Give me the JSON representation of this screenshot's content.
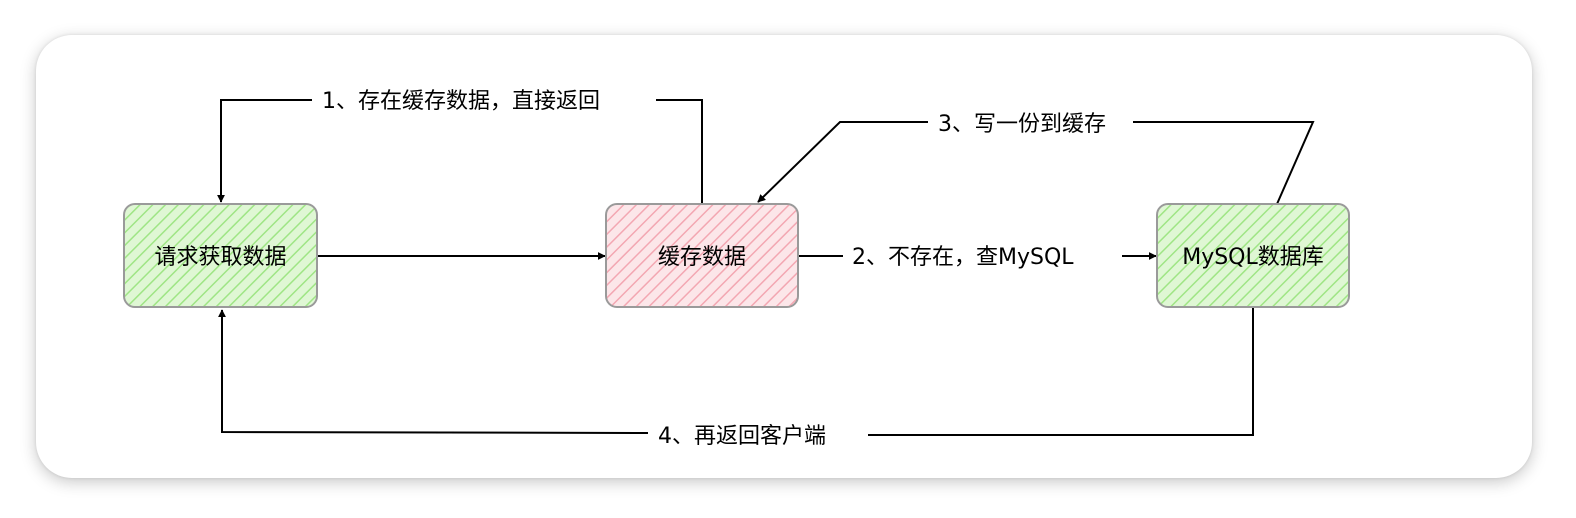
{
  "nodes": {
    "request": {
      "label": "请求获取数据"
    },
    "cache": {
      "label": "缓存数据"
    },
    "mysql": {
      "label": "MySQL数据库"
    }
  },
  "edges": {
    "cache_hit": {
      "label": "1、存在缓存数据，直接返回"
    },
    "cache_miss": {
      "label": "2、不存在，查MySQL"
    },
    "write_cache": {
      "label": "3、写一份到缓存"
    },
    "return_client": {
      "label": "4、再返回客户端"
    }
  },
  "colors": {
    "green_fill": "#d9f5cc",
    "green_hatch": "#9be37f",
    "red_fill": "#fbe3e6",
    "red_hatch": "#f2a3ae",
    "border": "#9a9a9a",
    "line": "#000000"
  }
}
